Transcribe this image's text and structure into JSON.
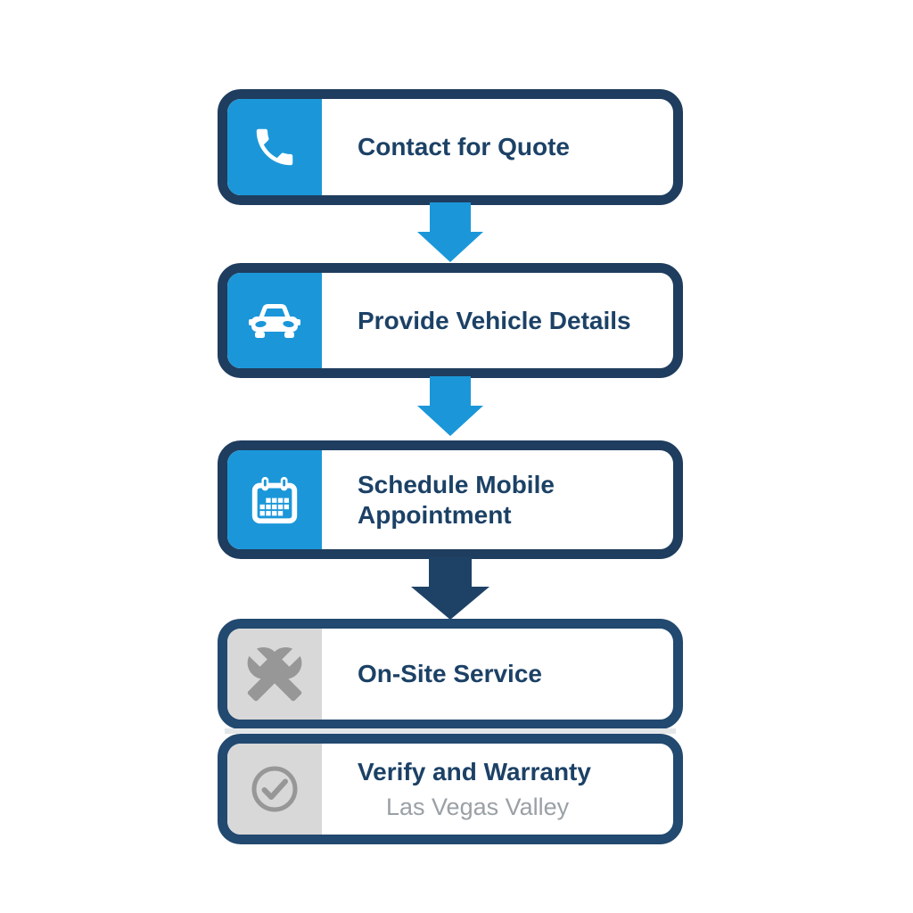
{
  "colors": {
    "background": "#ffffff",
    "blue": "#1b97d9",
    "navy": "#1f3d5e",
    "navy_deep": "#1e4266",
    "navy_light": "#22496f",
    "text_navy": "#1c4166",
    "gray_panel": "#d8d8d8",
    "gray_icon": "#979797",
    "gray_text": "#9aa0a5",
    "divider": "#e4e7e9"
  },
  "steps": [
    {
      "label": "Contact for Quote",
      "icon": "phone-icon",
      "accent": "blue"
    },
    {
      "label": "Provide Vehicle Details",
      "icon": "car-icon",
      "accent": "blue"
    },
    {
      "label": "Schedule Mobile Appointment",
      "icon": "calendar-icon",
      "accent": "blue"
    },
    {
      "label": "On-Site Service",
      "icon": "tools-icon",
      "accent": "gray"
    },
    {
      "label": "Verify and Warranty",
      "sublabel": "Las Vegas Valley",
      "icon": "check-circle-icon",
      "accent": "gray"
    }
  ],
  "connectors": [
    {
      "from": "Contact for Quote",
      "to": "Provide Vehicle Details",
      "style": "blue"
    },
    {
      "from": "Provide Vehicle Details",
      "to": "Schedule Mobile Appointment",
      "style": "blue"
    },
    {
      "from": "Schedule Mobile Appointment",
      "to": "On-Site Service",
      "style": "navy"
    }
  ]
}
